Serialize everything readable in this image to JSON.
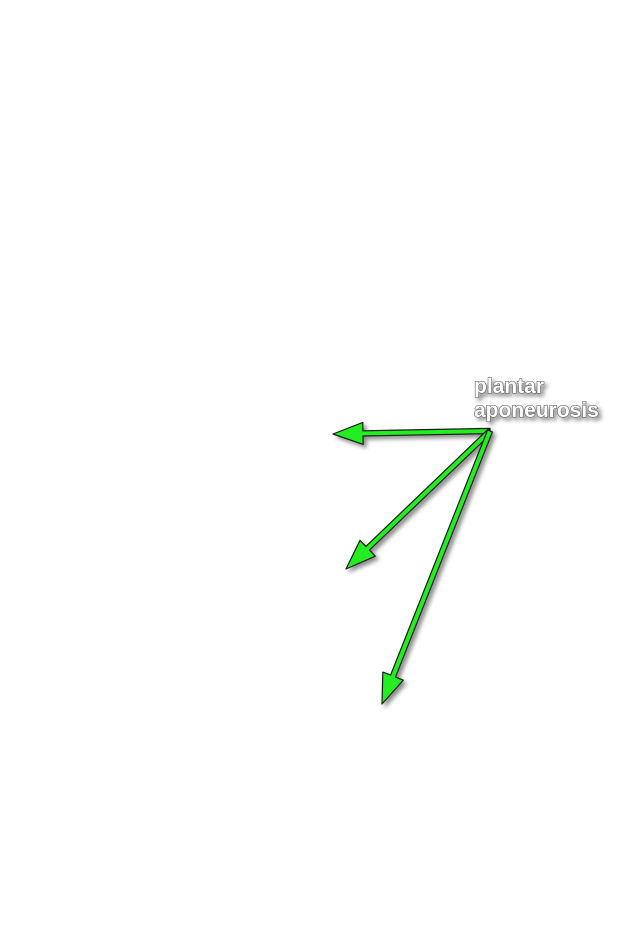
{
  "label": {
    "line1": "plantar",
    "line2": "aponeurosis"
  },
  "arrow_color": "#22ee22",
  "arrow_outline_color": "#1a1a1a",
  "label_fill_color": "#ffffff",
  "arrow_count": 3
}
